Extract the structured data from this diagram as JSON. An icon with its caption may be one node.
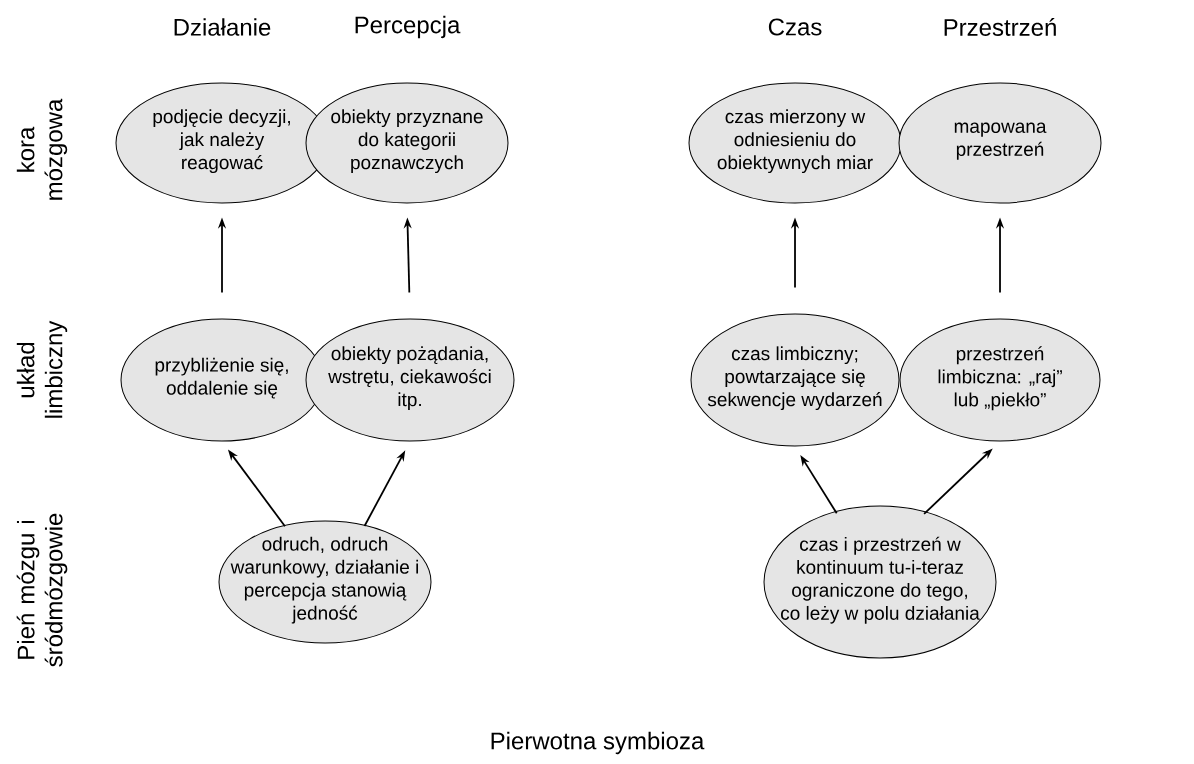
{
  "diagram": {
    "nodes": [
      {
        "text": [
          "podjęcie decyzji, jak należy reagować"
        ]
      },
      {
        "text": [
          "obiekty przyznane do kategorii poznawczych"
        ]
      },
      {
        "text": [
          "czas mierzony w odniesieniu do obiektywnych miar"
        ]
      },
      {
        "text": [
          "mapowana przestrzeń"
        ]
      },
      {
        "text": [
          "przybliżenie się, oddalenie się"
        ]
      },
      {
        "text": [
          "obiekty pożądania, wstrętu, ciekawości itp."
        ]
      },
      {
        "text": [
          "czas limbiczny; powtarzające się sekwencje wydarzeń"
        ]
      },
      {
        "text": [
          "przestrzeń limbiczna: „raj” lub „piekło”"
        ]
      },
      {
        "text": [
          "odruch, odruch warunkowy, działanie i percepcja stanowią jedność"
        ]
      },
      {
        "text": [
          "czas i przestrzeń w kontinuum tu-i-teraz ograniczone do tego, co leży w polu działania"
        ]
      }
    ],
    "edges": [
      {
        "from": 4,
        "to": 0,
        "arrow": "to"
      },
      {
        "from": 5,
        "to": 1,
        "arrow": "to"
      },
      {
        "from": 6,
        "to": 2,
        "arrow": "to"
      },
      {
        "from": 7,
        "to": 3,
        "arrow": "to"
      },
      {
        "from": 8,
        "to": 4,
        "arrow": "to"
      },
      {
        "from": 8,
        "to": 5,
        "arrow": "to"
      },
      {
        "from": 9,
        "to": 6,
        "arrow": "to"
      },
      {
        "from": 9,
        "to": 7,
        "arrow": "to"
      }
    ],
    "labels": [
      "Działanie",
      "Percepcja",
      "Czas",
      "Przestrzeń",
      "kora mózgowa",
      "układ limbiczny",
      "Pień mózgu i śródmózgowie",
      "Pierwotna symbioza"
    ]
  }
}
